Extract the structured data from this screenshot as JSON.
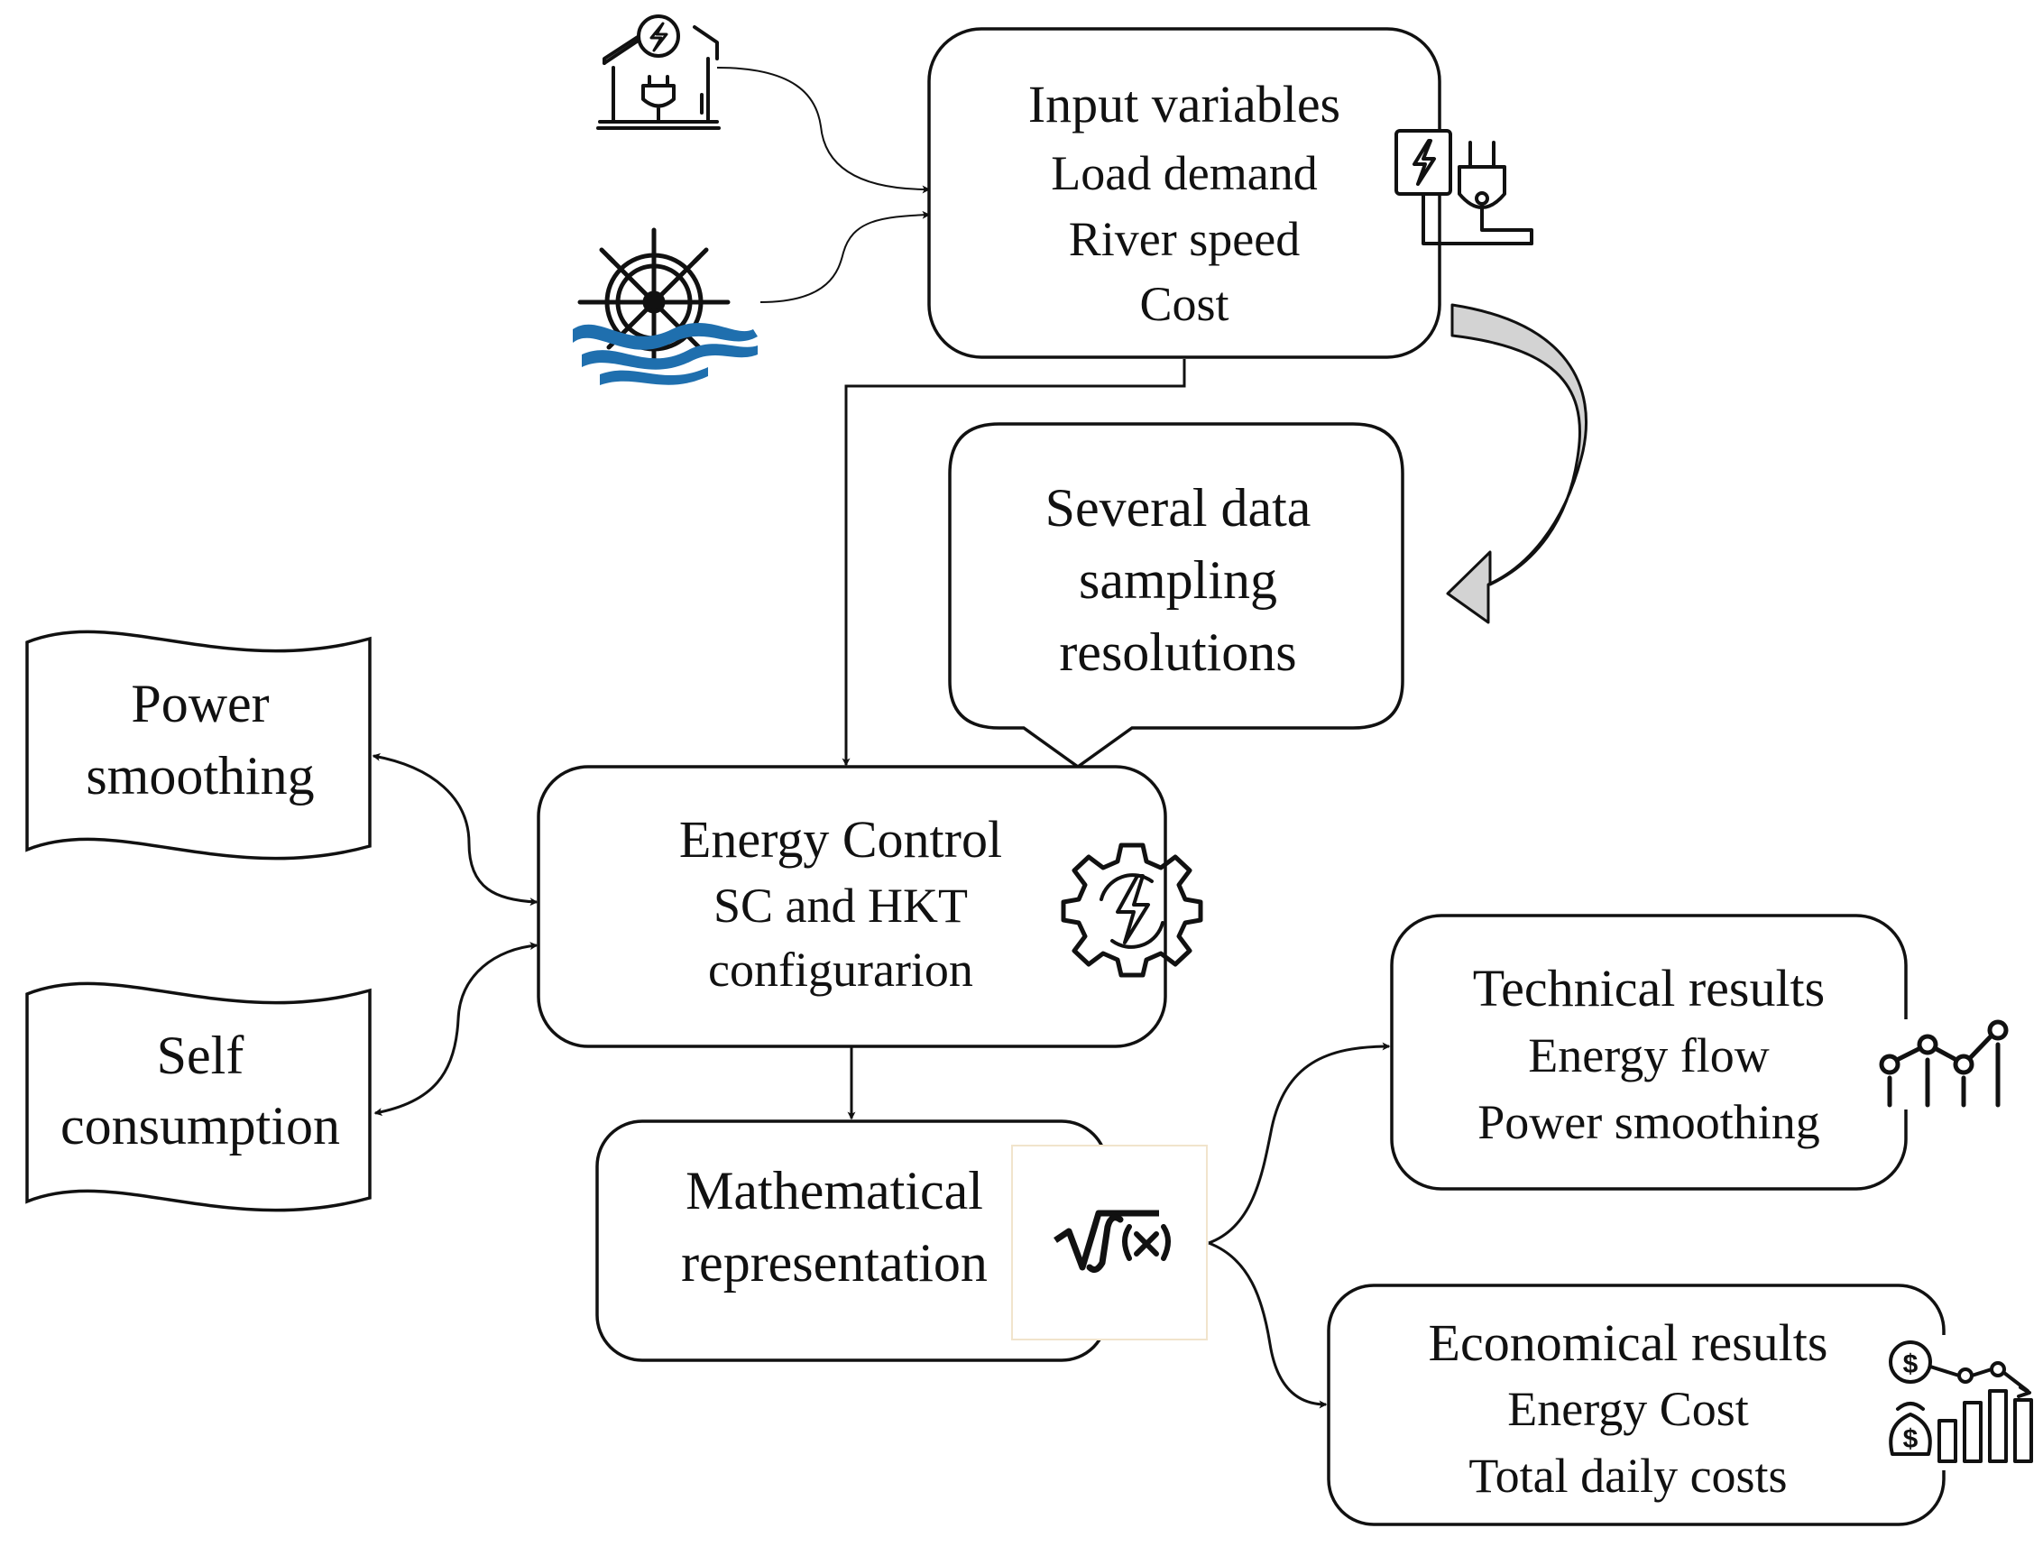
{
  "input_box": {
    "title": "Input variables",
    "lines": [
      "Load demand",
      "River speed",
      "Cost"
    ]
  },
  "sampling_callout": {
    "lines": [
      "Several data",
      "sampling",
      "resolutions"
    ]
  },
  "power_smoothing_doc": {
    "lines": [
      "Power",
      "smoothing"
    ]
  },
  "self_consumption_doc": {
    "lines": [
      "Self",
      "consumption"
    ]
  },
  "energy_control_box": {
    "title": "Energy Control",
    "lines": [
      "SC and HKT",
      "configurarion"
    ]
  },
  "math_box": {
    "lines": [
      "Mathematical",
      "representation"
    ]
  },
  "technical_box": {
    "title": "Technical results",
    "lines": [
      "Energy flow",
      "Power smoothing"
    ]
  },
  "economical_box": {
    "title": "Economical results",
    "lines": [
      "Energy Cost",
      "Total daily costs"
    ]
  },
  "icons": {
    "house": "house-power-plug-icon",
    "wheel": "water-wheel-icon",
    "plug": "power-plug-icon",
    "gear": "gear-lightning-icon",
    "math": "math-formula-icon",
    "chart": "line-chart-icon",
    "money": "money-chart-icon"
  },
  "colors": {
    "water_blue": "#1f6fae",
    "curved_arrow_fill": "#d3d3d3",
    "line": "#111111"
  }
}
